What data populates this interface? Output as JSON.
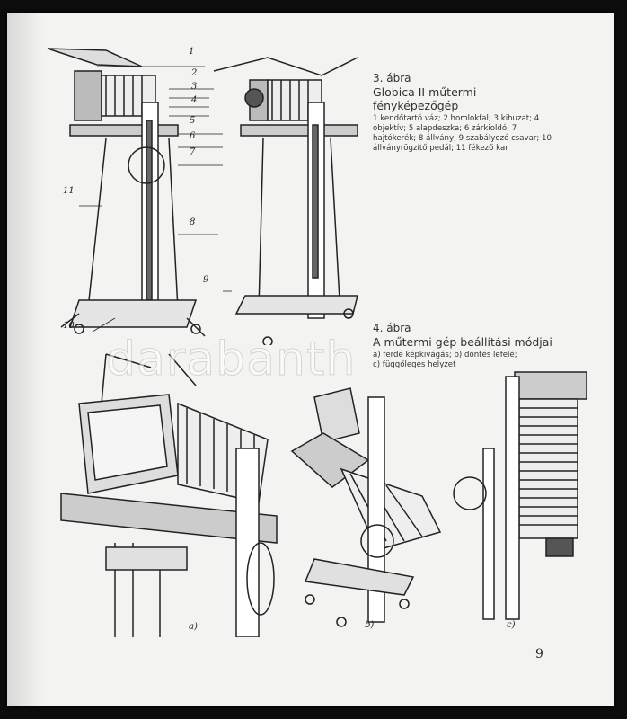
{
  "figure3": {
    "number": "3. ábra",
    "title": "Globica II műtermi fényképezőgép",
    "legend": "1 kendőtartó váz; 2 homlokfal; 3 kihuzat; 4 objektív; 5 alapdeszka; 6 zárkioldó; 7 hajtókerék; 8 állvány; 9 szabályozó csavar; 10 állványrögzítő pedál; 11 fékező kar",
    "callouts": [
      "1",
      "2",
      "3",
      "4",
      "5",
      "6",
      "7",
      "8",
      "9",
      "10",
      "11"
    ]
  },
  "figure4": {
    "number": "4. ábra",
    "title": "A műtermi gép beállítási módjai",
    "legend_line1": "a) ferde képkivágás; b) döntés lefelé;",
    "legend_line2": "c) függőleges helyzet",
    "panel_labels": [
      "a)",
      "b)",
      "c)"
    ]
  },
  "page_number": "9",
  "watermark": "darabanth"
}
